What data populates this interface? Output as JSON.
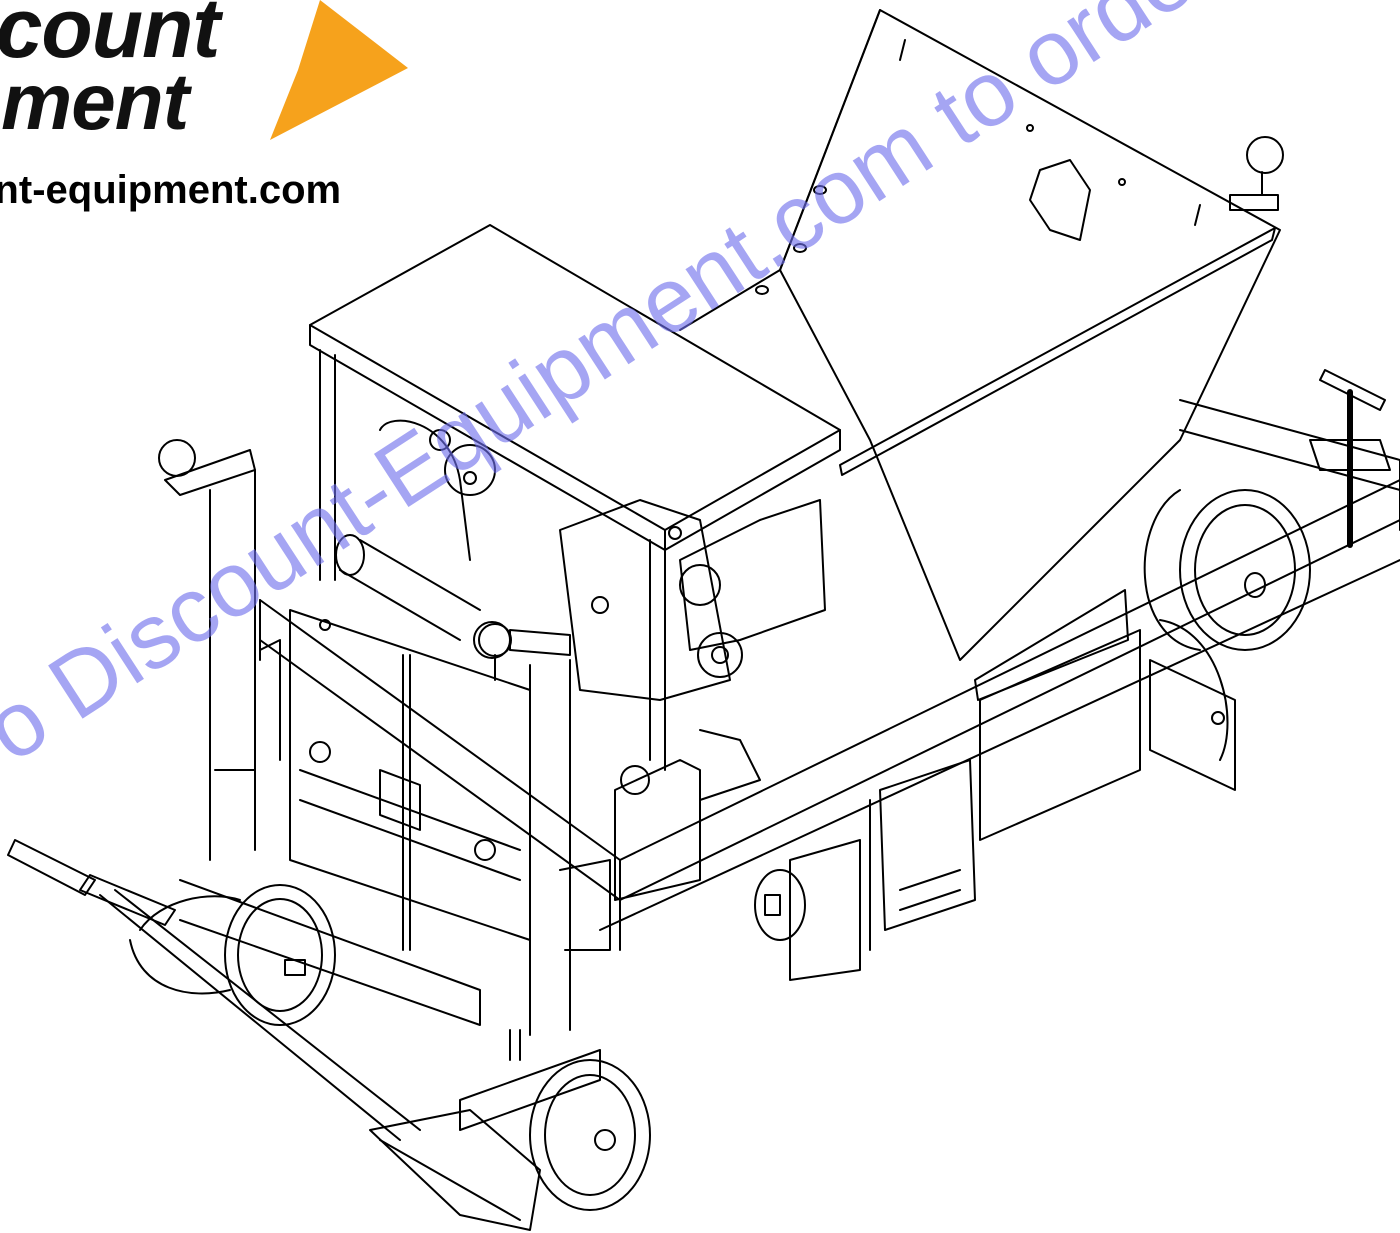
{
  "logo": {
    "line1": "scount",
    "line2": "ipment",
    "arrow_color": "#f6a21c",
    "text_color": "#111111"
  },
  "website": "unt-equipment.com",
  "watermark": {
    "text": "o Discount-Equipment.com to order your",
    "color": "#6e6eeb"
  },
  "drawing": {
    "subject": "line-drawing-of-walk-behind-spreader-with-hopper-engine-and-wheels",
    "line_color": "#000000"
  }
}
